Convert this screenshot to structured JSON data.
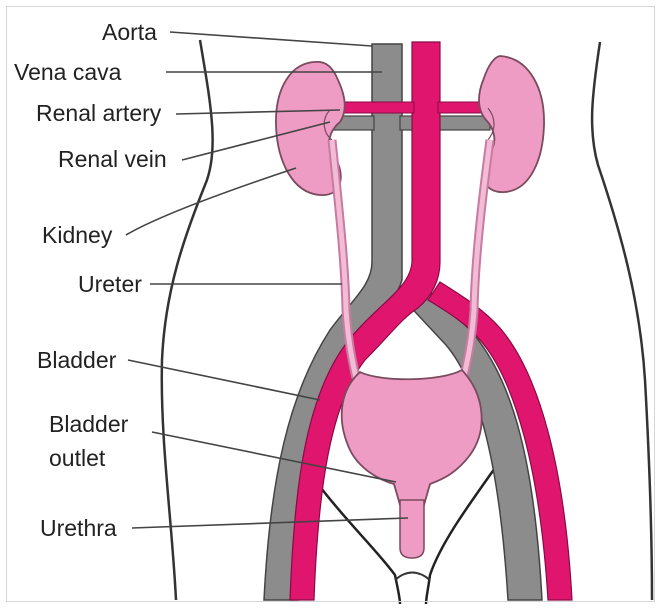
{
  "labels": {
    "aorta": "Aorta",
    "vena_cava": "Vena cava",
    "renal_artery": "Renal artery",
    "renal_vein": "Renal vein",
    "kidney": "Kidney",
    "ureter": "Ureter",
    "bladder": "Bladder",
    "bladder_outlet_line1": "Bladder",
    "bladder_outlet_line2": "outlet",
    "urethra": "Urethra"
  },
  "colors": {
    "artery": "#e0166e",
    "vein": "#8c8c8c",
    "organ": "#ee9cc4",
    "organ_outline": "#7a4a5e",
    "body_outline": "#333333",
    "leader_line": "#444444"
  }
}
